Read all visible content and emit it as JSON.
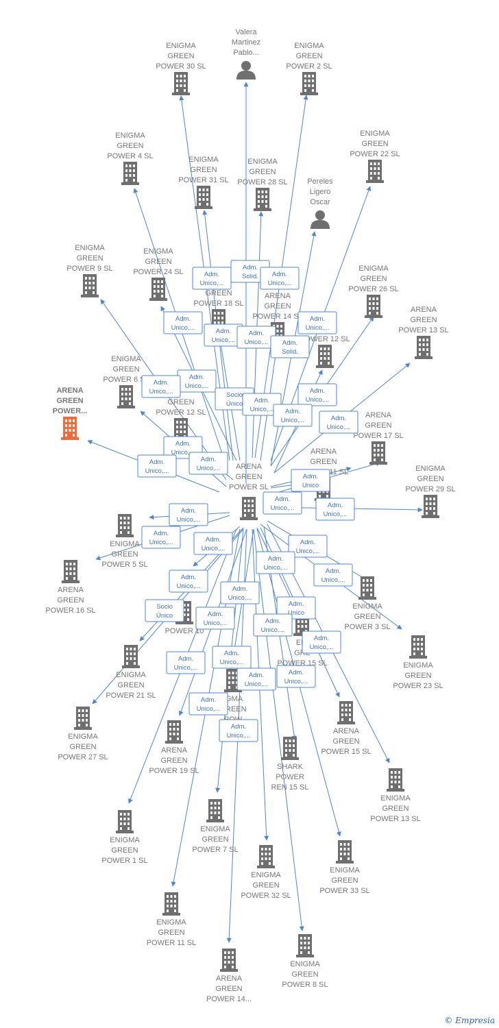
{
  "colors": {
    "edge": "#4a86d8",
    "icon": "#6f6f6f",
    "highlight": "#f26a3a",
    "label": "#777777"
  },
  "footer": {
    "copyright": "©",
    "brand": "Empresia"
  },
  "nodes": [
    {
      "id": "center",
      "kind": "company",
      "lines": [
        "ARENA",
        "GREEN",
        "POWER  SL"
      ]
    },
    {
      "id": "valera",
      "kind": "person",
      "lines": [
        "Valera",
        "Martinez",
        "Pablo..."
      ]
    },
    {
      "id": "pereles",
      "kind": "person",
      "lines": [
        "Pereles",
        "Ligero",
        "Oscar"
      ]
    },
    {
      "id": "eg30",
      "kind": "company",
      "lines": [
        "ENIGMA",
        "GREEN",
        "POWER 30  SL"
      ]
    },
    {
      "id": "eg2",
      "kind": "company",
      "lines": [
        "ENIGMA",
        "GREEN",
        "POWER 2  SL"
      ]
    },
    {
      "id": "eg4",
      "kind": "company",
      "lines": [
        "ENIGMA",
        "GREEN",
        "POWER 4  SL"
      ]
    },
    {
      "id": "eg31",
      "kind": "company",
      "lines": [
        "ENIGMA",
        "GREEN",
        "POWER 31  SL"
      ]
    },
    {
      "id": "eg28",
      "kind": "company",
      "lines": [
        "ENIGMA",
        "GREEN",
        "POWER 28  SL"
      ]
    },
    {
      "id": "eg22",
      "kind": "company",
      "lines": [
        "ENIGMA",
        "GREEN",
        "POWER 22  SL"
      ]
    },
    {
      "id": "eg9",
      "kind": "company",
      "lines": [
        "ENIGMA",
        "GREEN",
        "POWER 9  SL"
      ]
    },
    {
      "id": "eg24",
      "kind": "company",
      "lines": [
        "ENIGMA",
        "GREEN",
        "POWER 24  SL"
      ]
    },
    {
      "id": "x18",
      "kind": "company",
      "lines": [
        "GREEN",
        "POWER 18  SL"
      ]
    },
    {
      "id": "x14",
      "kind": "company",
      "lines": [
        "ARENA",
        "GREEN",
        "POWER 14  SL"
      ]
    },
    {
      "id": "eg26",
      "kind": "company",
      "lines": [
        "ENIGMA",
        "GREEN",
        "POWER 26  SL"
      ]
    },
    {
      "id": "ag13t",
      "kind": "company",
      "lines": [
        "ARENA",
        "GREEN",
        "POWER 13  SL"
      ]
    },
    {
      "id": "x12r",
      "kind": "company",
      "lines": [
        "POWER 12  SL"
      ]
    },
    {
      "id": "eg6",
      "kind": "company",
      "lines": [
        "ENIGMA",
        "GREEN",
        "POWER 6  SL"
      ]
    },
    {
      "id": "x12l",
      "kind": "company",
      "lines": [
        "GREEN",
        "POWER 12  SL"
      ]
    },
    {
      "id": "ag17",
      "kind": "company",
      "lines": [
        "ARENA",
        "GREEN",
        "POWER 17  SL"
      ]
    },
    {
      "id": "agsel",
      "kind": "company",
      "hl": true,
      "lines": [
        "ARENA",
        "GREEN",
        "POWER..."
      ]
    },
    {
      "id": "ag11",
      "kind": "company",
      "lines": [
        "ARENA",
        "GREEN",
        "POWER 11  SL"
      ]
    },
    {
      "id": "eg29",
      "kind": "company",
      "lines": [
        "ENIGMA",
        "GREEN",
        "POWER 29  SL"
      ]
    },
    {
      "id": "eg5",
      "kind": "company",
      "lines": [
        "ENIGMA",
        "GREEN",
        "POWER 5  SL"
      ]
    },
    {
      "id": "ag16",
      "kind": "company",
      "lines": [
        "ARENA",
        "GREEN",
        "POWER 16  SL"
      ]
    },
    {
      "id": "eg3",
      "kind": "company",
      "lines": [
        "ENIGMA",
        "GREEN",
        "POWER 3  SL"
      ]
    },
    {
      "id": "eg23",
      "kind": "company",
      "lines": [
        "ENIGMA",
        "GREEN",
        "POWER 23  SL"
      ]
    },
    {
      "id": "x10",
      "kind": "company",
      "lines": [
        "POWER 10"
      ]
    },
    {
      "id": "x15",
      "kind": "company",
      "lines": [
        "ENI",
        "GRE",
        "POWER 15  SL"
      ]
    },
    {
      "id": "eg21",
      "kind": "company",
      "lines": [
        "ENIGMA",
        "GREEN",
        "POWER 21  SL"
      ]
    },
    {
      "id": "x16c",
      "kind": "company",
      "lines": [
        "IGMA",
        "GREEN",
        "POW"
      ]
    },
    {
      "id": "eg27",
      "kind": "company",
      "lines": [
        "ENIGMA",
        "GREEN",
        "POWER 27  SL"
      ]
    },
    {
      "id": "ag19",
      "kind": "company",
      "lines": [
        "ARENA",
        "GREEN",
        "POWER 19  SL"
      ]
    },
    {
      "id": "shark",
      "kind": "company",
      "lines": [
        "SHARK",
        "POWER",
        "REN 15  SL"
      ]
    },
    {
      "id": "ag15",
      "kind": "company",
      "lines": [
        "ARENA",
        "GREEN",
        "POWER 15  SL"
      ]
    },
    {
      "id": "ag13b",
      "kind": "company",
      "lines": [
        "ENIGMA",
        "GREEN",
        "POWER 13  SL"
      ]
    },
    {
      "id": "eg1",
      "kind": "company",
      "lines": [
        "ENIGMA",
        "GREEN",
        "POWER 1  SL"
      ]
    },
    {
      "id": "eg7",
      "kind": "company",
      "lines": [
        "ENIGMA",
        "GREEN",
        "POWER 7  SL"
      ]
    },
    {
      "id": "eg32",
      "kind": "company",
      "lines": [
        "ENIGMA",
        "GREEN",
        "POWER 32  SL"
      ]
    },
    {
      "id": "eg33",
      "kind": "company",
      "lines": [
        "ENIGMA",
        "GREEN",
        "POWER 33  SL"
      ]
    },
    {
      "id": "eg11",
      "kind": "company",
      "lines": [
        "ENIGMA",
        "GREEN",
        "POWER 11  SL"
      ]
    },
    {
      "id": "ag14b",
      "kind": "company",
      "lines": [
        "ARENA",
        "GREEN",
        "POWER 14..."
      ]
    },
    {
      "id": "eg8",
      "kind": "company",
      "lines": [
        "ENIGMA",
        "GREEN",
        "POWER 8  SL"
      ]
    }
  ],
  "edge_labels": [
    {
      "lines": [
        "Adm.",
        "Unico,..."
      ]
    },
    {
      "lines": [
        "Adm.",
        "Solid."
      ]
    },
    {
      "lines": [
        "Adm.",
        "Unico,..."
      ]
    },
    {
      "lines": [
        "Adm.",
        "Unico,..."
      ]
    },
    {
      "lines": [
        "Adm.",
        "Unico,..."
      ]
    },
    {
      "lines": [
        "Adm.",
        "Unico,..."
      ]
    },
    {
      "lines": [
        "Adm.",
        "Unico,..."
      ]
    },
    {
      "lines": [
        "Adm.",
        "Solid."
      ]
    },
    {
      "lines": [
        "Adm.",
        "Unico,..."
      ]
    },
    {
      "lines": [
        "Adm.",
        "Unico,..."
      ]
    },
    {
      "lines": [
        "Socio",
        "Único"
      ]
    },
    {
      "lines": [
        "Adm.",
        "Unico,..."
      ]
    },
    {
      "lines": [
        "Adm.",
        "Unico,..."
      ]
    },
    {
      "lines": [
        "Adm.",
        "Unico,..."
      ]
    },
    {
      "lines": [
        "Adm.",
        "Unico,..."
      ]
    },
    {
      "lines": [
        "Adm.",
        "Unico,..."
      ]
    },
    {
      "lines": [
        "Adm.",
        "Unico,..."
      ]
    },
    {
      "lines": [
        "Adm.",
        "Unico,..."
      ]
    },
    {
      "lines": [
        "Adm.",
        "Unico"
      ]
    },
    {
      "lines": [
        "Adm.",
        "Unico,..."
      ]
    },
    {
      "lines": [
        "Adm.",
        "Unico,..."
      ]
    },
    {
      "lines": [
        "Adm.",
        "Unico,..."
      ]
    },
    {
      "lines": [
        "Adm.",
        "Unico,..."
      ]
    },
    {
      "lines": [
        "Adm.",
        "Unico,..."
      ]
    },
    {
      "lines": [
        "Adm.",
        "Unico,..."
      ]
    },
    {
      "lines": [
        "Adm.",
        "Unico,..."
      ]
    },
    {
      "lines": [
        "Adm.",
        "Unico,..."
      ]
    },
    {
      "lines": [
        "Adm.",
        "Unico,..."
      ]
    },
    {
      "lines": [
        "Adm.",
        "Unico,..."
      ]
    },
    {
      "lines": [
        "Socio",
        "Único"
      ]
    },
    {
      "lines": [
        "Adm.",
        "Unico,..."
      ]
    },
    {
      "lines": [
        "Adm.",
        "Unico"
      ]
    },
    {
      "lines": [
        "Adm.",
        "Unico,..."
      ]
    },
    {
      "lines": [
        "Adm.",
        "Unico,..."
      ]
    },
    {
      "lines": [
        "Adm.",
        "Unico,..."
      ]
    },
    {
      "lines": [
        "Adm.",
        "Unico,..."
      ]
    },
    {
      "lines": [
        "Adm.",
        "Unico,..."
      ]
    },
    {
      "lines": [
        "Adm.",
        "Unico,..."
      ]
    },
    {
      "lines": [
        "Adm.",
        "Unico,..."
      ]
    },
    {
      "lines": [
        "Adm.",
        "Unico,..."
      ]
    }
  ]
}
